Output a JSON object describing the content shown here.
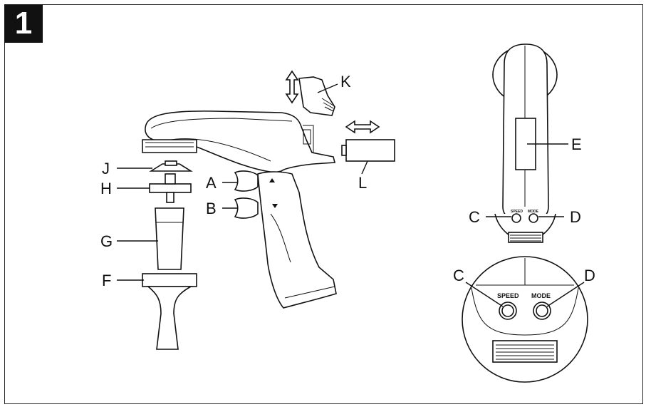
{
  "step_number": "1",
  "labels": {
    "A": "A",
    "B": "B",
    "C": "C",
    "D": "D",
    "E": "E",
    "F": "F",
    "G": "G",
    "H": "H",
    "J": "J",
    "K": "K",
    "L": "L"
  },
  "buttons": {
    "speed": "SPEED",
    "mode": "MODE"
  }
}
